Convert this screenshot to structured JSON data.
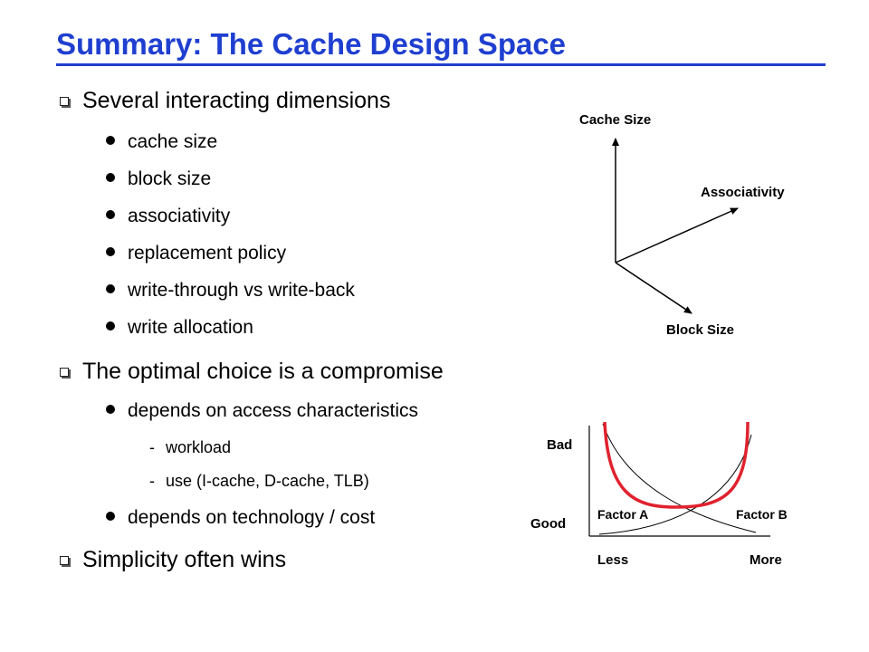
{
  "slide": {
    "title": "Summary: The Cache Design Space",
    "bullets": [
      {
        "level": 1,
        "text": "Several interacting dimensions"
      },
      {
        "level": 2,
        "text": "cache size"
      },
      {
        "level": 2,
        "text": "block size"
      },
      {
        "level": 2,
        "text": "associativity"
      },
      {
        "level": 2,
        "text": "replacement policy"
      },
      {
        "level": 2,
        "text": "write-through vs write-back"
      },
      {
        "level": 2,
        "text": "write allocation"
      },
      {
        "level": 1,
        "text": "The optimal choice is a compromise"
      },
      {
        "level": 2,
        "text": "depends on access characteristics"
      },
      {
        "level": 3,
        "text": "workload"
      },
      {
        "level": 3,
        "text": "use (I-cache, D-cache, TLB)"
      },
      {
        "level": 2,
        "text": "depends on technology / cost"
      },
      {
        "level": 1,
        "text": "Simplicity often wins"
      }
    ],
    "dash_symbol": "-"
  },
  "axes_diagram": {
    "cache_size_label": "Cache Size",
    "associativity_label": "Associativity",
    "block_size_label": "Block Size"
  },
  "tradeoff_diagram": {
    "bad_label": "Bad",
    "good_label": "Good",
    "less_label": "Less",
    "more_label": "More",
    "factor_a_label": "Factor A",
    "factor_b_label": "Factor B",
    "highlight_color": "#e0222e"
  },
  "colors": {
    "title": "#1f3fd0"
  }
}
